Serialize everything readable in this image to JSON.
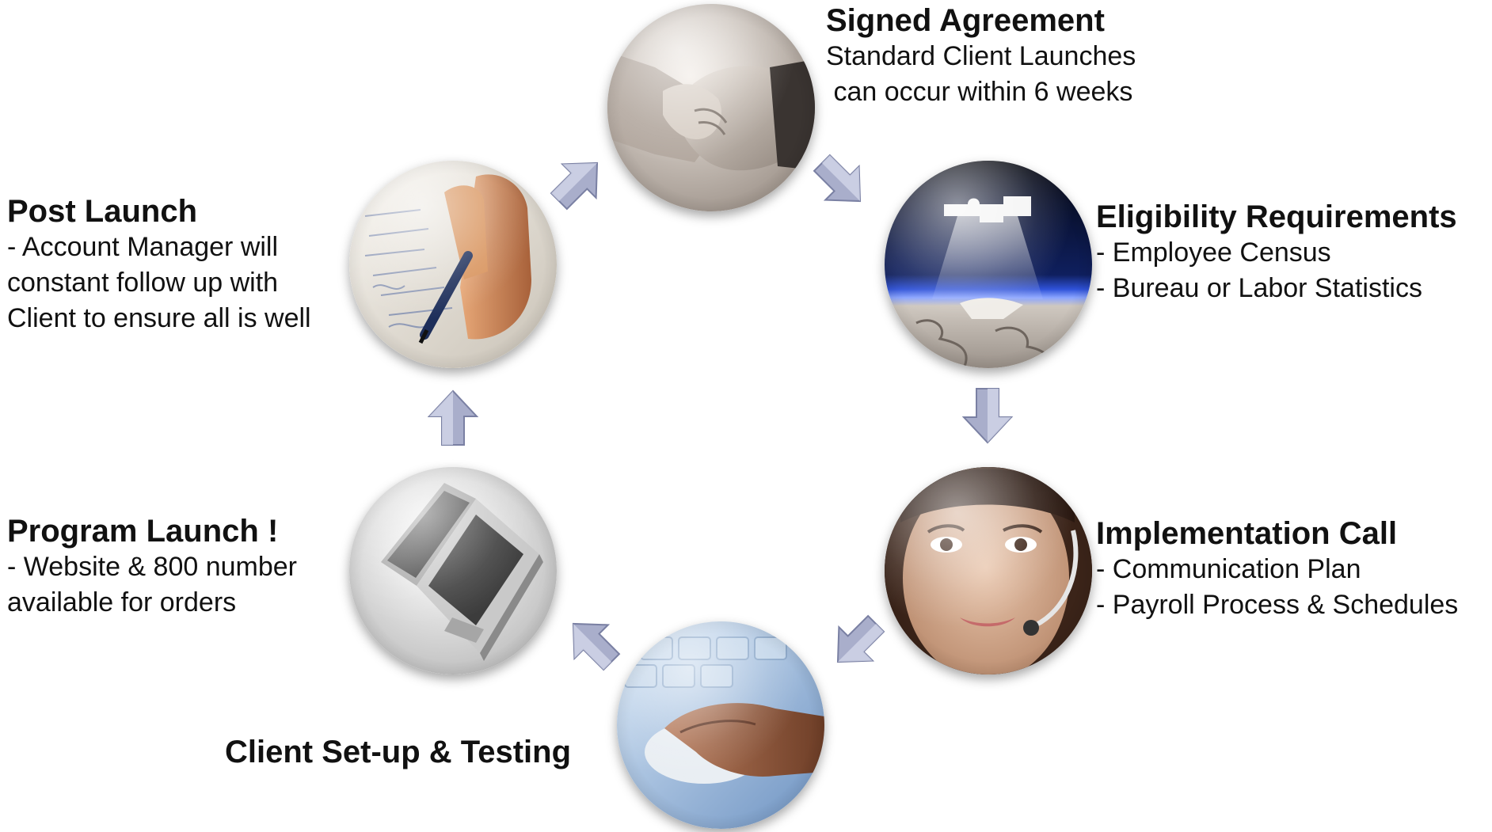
{
  "steps": [
    {
      "id": "signed-agreement",
      "title": "Signed Agreement",
      "lines": [
        "Standard Client Launches",
        " can occur within 6 weeks"
      ],
      "image": "handshake-photo"
    },
    {
      "id": "eligibility",
      "title": "Eligibility Requirements",
      "lines": [
        "- Employee Census",
        "- Bureau or Labor Statistics"
      ],
      "image": "puzzle-spotlight-photo"
    },
    {
      "id": "implementation-call",
      "title": "Implementation Call",
      "lines": [
        "- Communication Plan",
        "- Payroll Process & Schedules"
      ],
      "image": "headset-agent-photo"
    },
    {
      "id": "client-setup",
      "title": "Client Set-up & Testing",
      "lines": [],
      "image": "hand-on-mouse-photo"
    },
    {
      "id": "program-launch",
      "title": "Program Launch !",
      "lines": [
        "- Website & 800 number",
        "available for orders"
      ],
      "image": "laptop-photo"
    },
    {
      "id": "post-launch",
      "title": "Post Launch",
      "lines": [
        "- Account Manager will",
        "constant follow up with",
        "Client to ensure all is well"
      ],
      "image": "signing-pen-photo"
    }
  ],
  "colors": {
    "text": "#111111",
    "arrow_fill_light": "#c9cde0",
    "arrow_fill_dark": "#8f96b8",
    "arrow_stroke": "#7a80a3"
  }
}
